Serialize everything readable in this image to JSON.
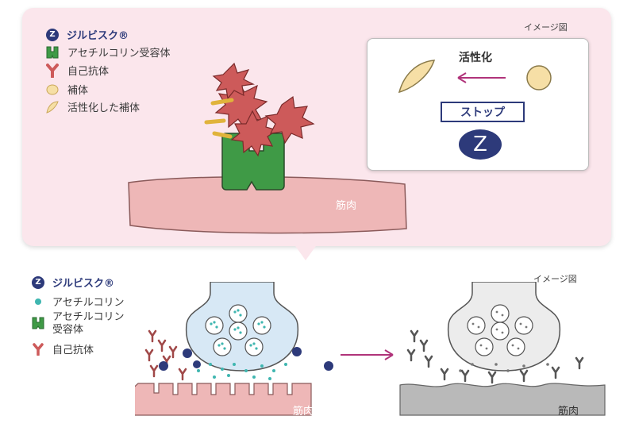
{
  "top": {
    "legend": [
      {
        "icon": "zilbysq-icon",
        "label": "ジルビスク®"
      },
      {
        "icon": "receptor-icon",
        "label": "アセチルコリン受容体"
      },
      {
        "icon": "antibody-icon",
        "label": "自己抗体"
      },
      {
        "icon": "complement-icon",
        "label": "補体"
      },
      {
        "icon": "activated-complement-icon",
        "label": "活性化した補体"
      }
    ],
    "image_note": "イメージ図",
    "muscle_label": "筋肉",
    "inset": {
      "title": "活性化",
      "stop_label": "ストップ",
      "z_symbol": "Z"
    }
  },
  "bottom": {
    "legend": [
      {
        "icon": "zilbysq-icon",
        "label": "ジルビスク®"
      },
      {
        "icon": "acetylcholine-icon",
        "label": "アセチルコリン"
      },
      {
        "icon": "receptor-icon",
        "label": "アセチルコリン\n受容体"
      },
      {
        "icon": "antibody-icon",
        "label": "自己抗体"
      }
    ],
    "image_note": "イメージ図",
    "muscle_label_left": "筋肉",
    "muscle_label_right": "筋肉",
    "z_symbol": "Z"
  },
  "colors": {
    "callout_bg": "#fbe6ec",
    "muscle": "#eeb7b7",
    "receptor": "#3f9a46",
    "antibody": "#cd5a5a",
    "brand": "#2d3a7a",
    "arrow": "#b0337a",
    "acetylcholine": "#3fb6b0",
    "complement": "#f6dfa6",
    "gray_muscle": "#b9b9b9"
  }
}
